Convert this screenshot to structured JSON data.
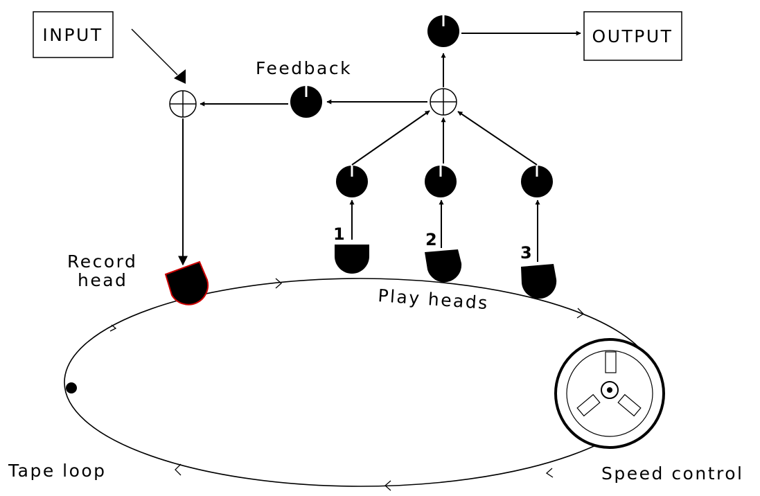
{
  "diagram": {
    "input_label": "INPUT",
    "output_label": "OUTPUT",
    "feedback_label": "Feedback",
    "record_head_label_line1": "Record",
    "record_head_label_line2": "head",
    "play_heads_label": "Play heads",
    "tape_loop_label": "Tape loop",
    "speed_control_label": "Speed control",
    "play_head_numbers": [
      "1",
      "2",
      "3"
    ],
    "colors": {
      "ink": "#000000",
      "record_head_outline": "#cc0000",
      "background": "#ffffff"
    }
  }
}
